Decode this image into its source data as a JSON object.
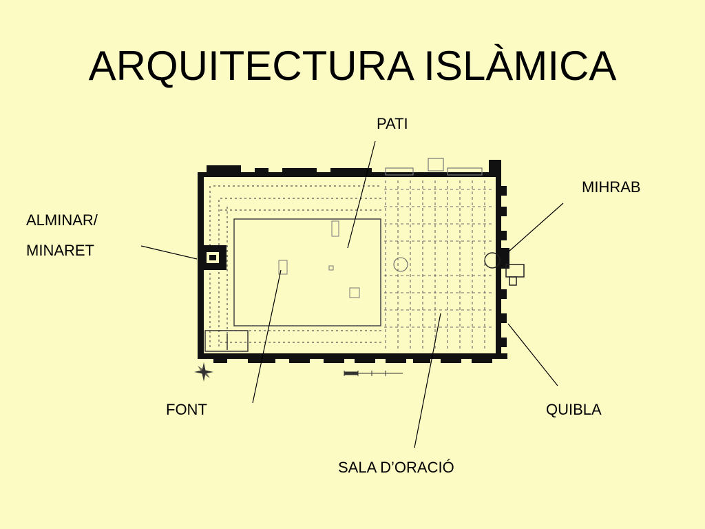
{
  "slide": {
    "title": "ARQUITECTURA ISLÀMICA",
    "background_color": "#fdfbc4"
  },
  "labels": {
    "pati": "PATI",
    "mihrab": "MIHRAB",
    "alminar_line1": "ALMINAR/",
    "alminar_line2": "MINARET",
    "font": "FONT",
    "quibla": "QUIBLA",
    "sala_oracio": "SALA D’ORACIÓ"
  },
  "plan": {
    "type": "mosque-floor-plan",
    "icons": [
      "north-arrow-icon",
      "scale-bar-icon"
    ]
  }
}
